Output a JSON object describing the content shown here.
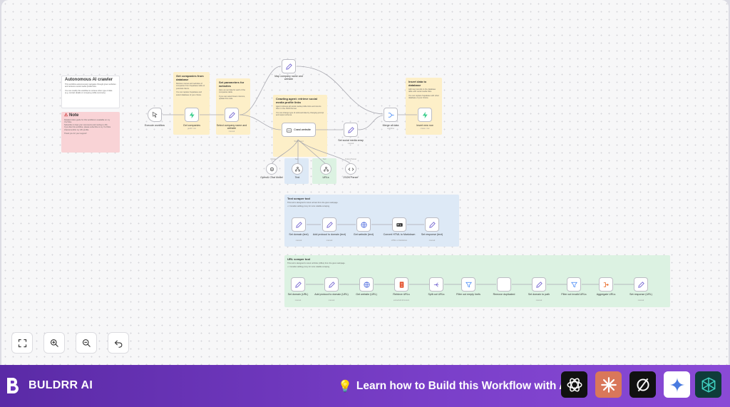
{
  "intro": {
    "title": "Autonomous AI crawler",
    "body": "This workflow autonomously navigates through given websites and retrieves social media profile links.",
    "note": "You can modify this workflow to retrieve other type of data (e.g. contact details or company profile summary)."
  },
  "note_card": {
    "title": "Note",
    "lines": [
      "Detailed video guide for this workflow is available on my YouTube.",
      "Subscribe to hear your comments and cooling to n8n.",
      "If you like this workflow, please subscribe to my YouTube channel and/or my n8n profile."
    ],
    "thanks": "Thank you for your support!"
  },
  "stickies": {
    "get_companies": {
      "title": "Get companies from database",
      "body": "Retrieve names and websites of companies from Supabase table of potential clients.",
      "tip": "You can replace Supabase and select database of your choice."
    },
    "set_params": {
      "title": "Set parameters for websites",
      "body": "Here we set data for each of the companies table.",
      "tip": "If you can select fewer columns, update this node."
    },
    "crawling_agent": {
      "title": "Crawling agent: retrieve social media profile links",
      "body": "Agent retrieves all social media profile links and returns them in the JSON format.",
      "tip": "You can change type of retrieved data by changing prompt and output schema."
    },
    "insert_db": {
      "title": "Insert data to database",
      "body": "Add new records to the database table with social media links.",
      "tip": "You can replace Supabase with other database of your choice."
    }
  },
  "nodes": {
    "trigger": {
      "label": "Execute workflow"
    },
    "get_companies": {
      "label": "Get companies",
      "sub": "getAll: row"
    },
    "select_company": {
      "label": "Select company name and website",
      "sub": "manual"
    },
    "map_company": {
      "label": "Map company name and website"
    },
    "crawl_website": {
      "label": "Crawl website",
      "sub": "Tools Agent"
    },
    "set_social": {
      "label": "Set social media array",
      "sub": "manual"
    },
    "merge": {
      "label": "Merge all data",
      "sub": "combine"
    },
    "insert": {
      "label": "Insert new row",
      "sub": "create: row"
    },
    "openai": {
      "label": "OpenAI Chat Model",
      "tag": "Model"
    },
    "text": {
      "label": "Text",
      "tag": "Tool"
    },
    "urls": {
      "label": "URLs",
      "tag": "Tool"
    },
    "json_parser": {
      "label": "JSON Parser",
      "tag": "Output Parser"
    }
  },
  "text_tool": {
    "title": "Text scraper tool",
    "body": "This tool is designed to return all text from the given webpage.",
    "tip": "Consider adding proxy for more reliable scraping.",
    "nodes": [
      {
        "label": "Set domain (text)",
        "sub": "manual"
      },
      {
        "label": "Add protocol to domain (text)",
        "sub": "manual"
      },
      {
        "label": "Get website (text)",
        "sub": ""
      },
      {
        "label": "Convert HTML to Markdown",
        "sub": "HTML to Markdown"
      },
      {
        "label": "Set response (text)",
        "sub": "manual"
      }
    ]
  },
  "url_tool": {
    "title": "URL scraper tool",
    "body": "This tool is designed to return all links (URLs) from the given webpage.",
    "tip": "Consider adding proxy for more reliable scraping.",
    "nodes": [
      {
        "label": "Set domain (URL)",
        "sub": "manual"
      },
      {
        "label": "Add protocol to domain (URL)",
        "sub": "manual"
      },
      {
        "label": "Get website (URL)",
        "sub": ""
      },
      {
        "label": "Retrieve URLs",
        "sub": "extractHtmlContent"
      },
      {
        "label": "Split out URLs",
        "sub": ""
      },
      {
        "label": "Filter out empty hrefs",
        "sub": ""
      },
      {
        "label": "Remove duplicated",
        "sub": ""
      },
      {
        "label": "Set domain to path",
        "sub": "manual"
      },
      {
        "label": "Filter out invalid URLs",
        "sub": ""
      },
      {
        "label": "Aggregate URLs",
        "sub": ""
      },
      {
        "label": "Set response (URL)",
        "sub": "manual"
      }
    ]
  },
  "controls": [
    "fit-view",
    "zoom-in",
    "zoom-out",
    "undo"
  ],
  "footer": {
    "brand": "BULDRR AI",
    "cta": "Learn how to Build this Workflow with AI:",
    "ai_icons": [
      "chatgpt-icon",
      "claude-icon",
      "perplexity-icon",
      "gemini-icon",
      "ai-icon"
    ]
  },
  "colors": {
    "footer": "#6b35bd",
    "sticky_yellow": "#fdefc8",
    "sticky_red": "#f9d3d6",
    "sticky_blue": "#dde9f6",
    "sticky_green": "#dcf2e2"
  }
}
